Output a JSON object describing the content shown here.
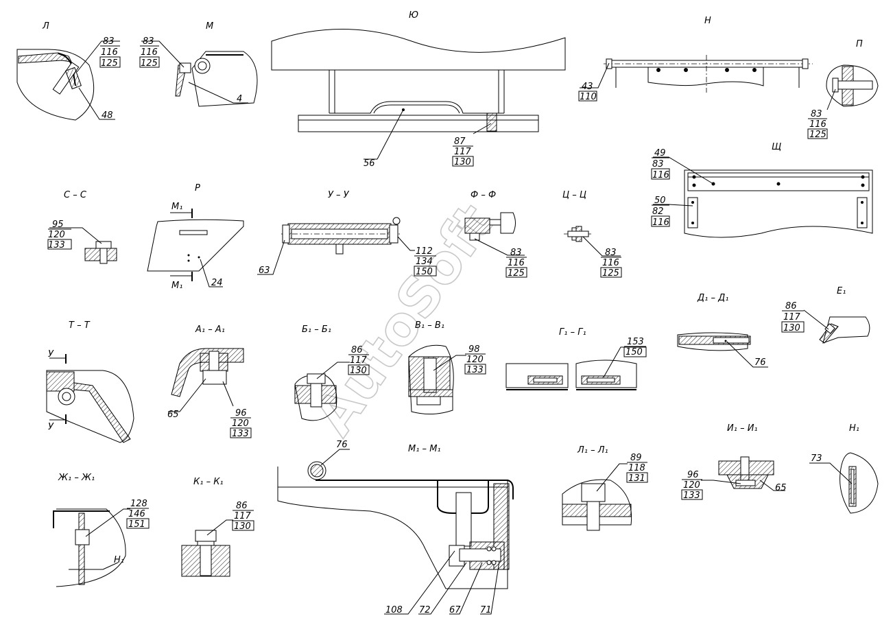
{
  "watermark": "AutoSoft",
  "views": [
    {
      "id": "L",
      "title": "Л",
      "callouts": [
        [
          "83",
          "116",
          "125"
        ],
        [
          "48"
        ]
      ]
    },
    {
      "id": "M",
      "title": "М",
      "callouts": [
        [
          "83",
          "116",
          "125"
        ],
        [
          "4"
        ]
      ]
    },
    {
      "id": "YU",
      "title": "Ю",
      "callouts": [
        [
          "56"
        ],
        [
          "87",
          "117",
          "130"
        ]
      ]
    },
    {
      "id": "N",
      "title": "Н",
      "callouts": [
        [
          "43",
          "110"
        ]
      ]
    },
    {
      "id": "P",
      "title": "П",
      "callouts": [
        [
          "83",
          "116",
          "125"
        ]
      ]
    },
    {
      "id": "SHCH",
      "title": "Щ",
      "callouts": [
        [
          "49",
          "83",
          "116"
        ],
        [
          "50",
          "82",
          "116"
        ]
      ]
    },
    {
      "id": "SS",
      "title": "С – С",
      "callouts": [
        [
          "95",
          "120",
          "133"
        ]
      ]
    },
    {
      "id": "R",
      "title": "Р",
      "cut": "М₁",
      "callouts": [
        [
          "24"
        ]
      ]
    },
    {
      "id": "UU",
      "title": "У – У",
      "callouts": [
        [
          "63"
        ],
        [
          "112",
          "134",
          "150"
        ]
      ]
    },
    {
      "id": "FF",
      "title": "Ф – Ф",
      "callouts": [
        [
          "83",
          "116",
          "125"
        ]
      ]
    },
    {
      "id": "TSTS",
      "title": "Ц – Ц",
      "callouts": [
        [
          "83",
          "116",
          "125"
        ]
      ]
    },
    {
      "id": "TT",
      "title": "Т – Т",
      "cut": "У"
    },
    {
      "id": "A1",
      "title": "А₁ – А₁",
      "callouts": [
        [
          "65"
        ],
        [
          "96",
          "120",
          "133"
        ]
      ]
    },
    {
      "id": "B1",
      "title": "Б₁ – Б₁",
      "callouts": [
        [
          "86",
          "117",
          "130"
        ]
      ]
    },
    {
      "id": "V1",
      "title": "В₁ – В₁",
      "callouts": [
        [
          "98",
          "120",
          "133"
        ]
      ]
    },
    {
      "id": "G1",
      "title": "Г₁ – Г₁",
      "callouts": [
        [
          "153",
          "150"
        ]
      ]
    },
    {
      "id": "D1",
      "title": "Д₁ – Д₁",
      "callouts": [
        [
          "76"
        ]
      ]
    },
    {
      "id": "E1",
      "title": "Е₁",
      "callouts": [
        [
          "86",
          "117",
          "130"
        ]
      ]
    },
    {
      "id": "ZH1",
      "title": "Ж₁ – Ж₁",
      "cut": "Н₁",
      "callouts": [
        [
          "128",
          "146",
          "151"
        ]
      ]
    },
    {
      "id": "K1",
      "title": "К₁ – К₁",
      "callouts": [
        [
          "86",
          "117",
          "130"
        ]
      ]
    },
    {
      "id": "M1",
      "title": "М₁ – М₁",
      "callouts": [
        [
          "76"
        ],
        [
          "108"
        ],
        [
          "72"
        ],
        [
          "67"
        ],
        [
          "71"
        ]
      ]
    },
    {
      "id": "L1",
      "title": "Л₁ – Л₁",
      "callouts": [
        [
          "89",
          "118",
          "131"
        ]
      ]
    },
    {
      "id": "I1",
      "title": "И₁ – И₁",
      "callouts": [
        [
          "96",
          "120",
          "133"
        ],
        [
          "65"
        ]
      ]
    },
    {
      "id": "N1",
      "title": "Н₁",
      "callouts": [
        [
          "73"
        ]
      ]
    }
  ]
}
